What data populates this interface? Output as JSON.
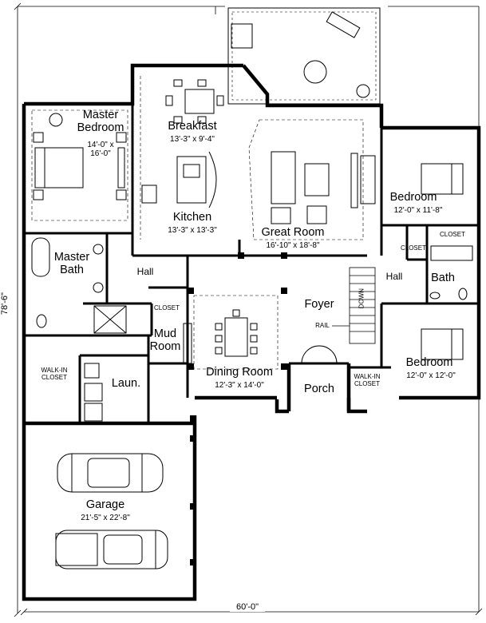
{
  "rooms": {
    "master_bedroom": {
      "name_line1": "Master",
      "name_line2": "Bedroom",
      "dim_line1": "14'-0\" x",
      "dim_line2": "16'-0\""
    },
    "breakfast": {
      "name": "Breakfast",
      "dim": "13'-3\" x 9'-4\""
    },
    "kitchen": {
      "name": "Kitchen",
      "dim": "13'-3\" x 13'-3\""
    },
    "great_room": {
      "name": "Great Room",
      "dim": "16'-10\" x 18'-8\""
    },
    "bedroom_upper": {
      "name": "Bedroom",
      "dim": "12'-0\" x 11'-8\""
    },
    "closet_upper": {
      "name": "CLOSET"
    },
    "closet_bath": {
      "name": "CLOSET"
    },
    "bath": {
      "name": "Bath"
    },
    "hall_right": {
      "name": "Hall"
    },
    "master_bath": {
      "name_line1": "Master",
      "name_line2": "Bath"
    },
    "hall_left": {
      "name": "Hall"
    },
    "closet_left": {
      "name": "CLOSET"
    },
    "foyer": {
      "name": "Foyer"
    },
    "down": {
      "name": "DOWN"
    },
    "rail": {
      "name": "RAIL"
    },
    "mud_room": {
      "name_line1": "Mud",
      "name_line2": "Room"
    },
    "dining_room": {
      "name": "Dining Room",
      "dim": "12'-3\" x 14'-0\""
    },
    "walkin_left": {
      "name_line1": "WALK-IN",
      "name_line2": "CLOSET"
    },
    "laundry": {
      "name": "Laun."
    },
    "porch": {
      "name": "Porch"
    },
    "walkin_right": {
      "name_line1": "WALK-IN",
      "name_line2": "CLOSET"
    },
    "bedroom_lower": {
      "name": "Bedroom",
      "dim": "12'-0\" x 12'-0\""
    },
    "garage": {
      "name": "Garage",
      "dim": "21'-5\" x 22'-8\""
    }
  },
  "dimensions": {
    "depth": "78'-6\"",
    "width": "60'-0\""
  },
  "colors": {
    "wall": "#000000",
    "background": "#ffffff",
    "line": "#000000"
  }
}
